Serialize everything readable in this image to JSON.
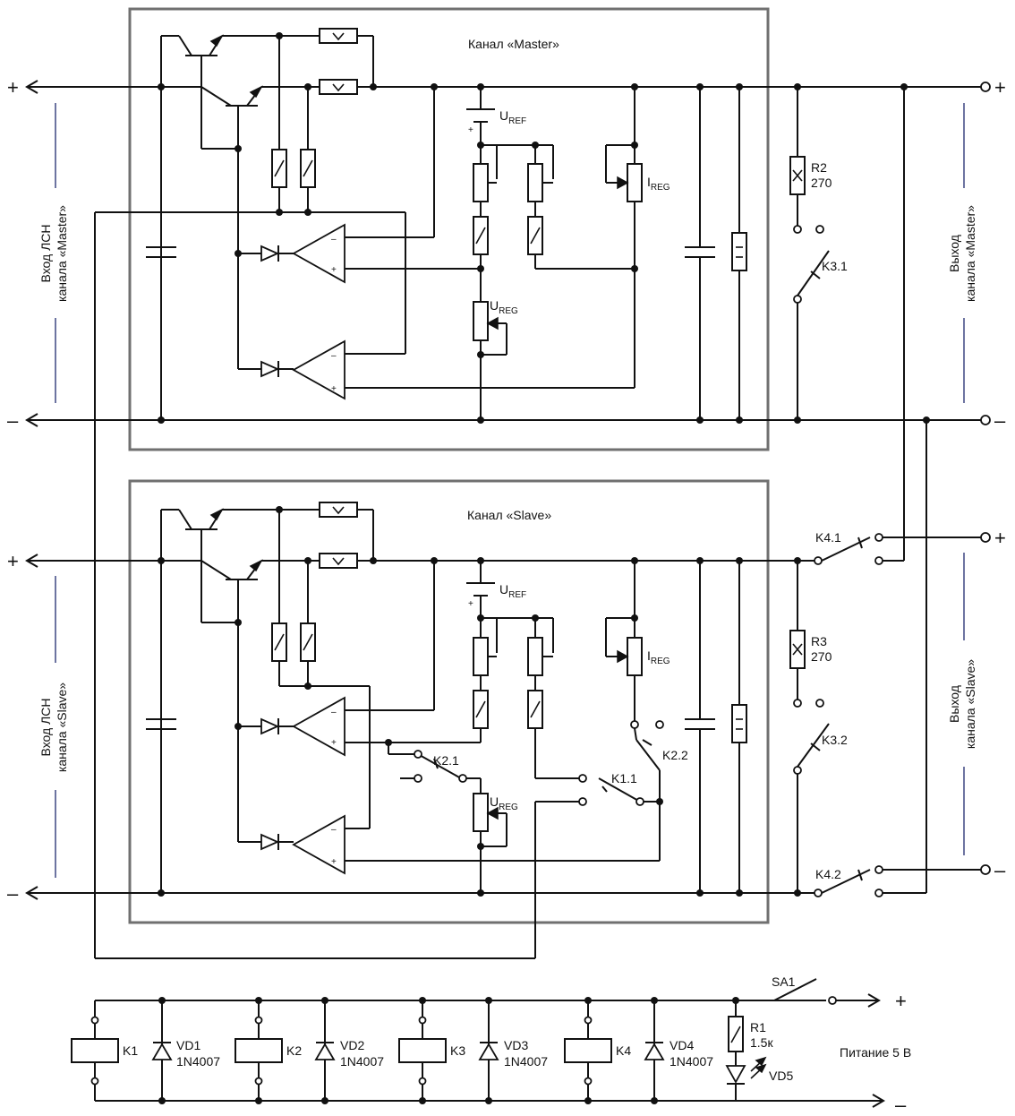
{
  "channels": {
    "master": {
      "title": "Канал «Master»",
      "input_label": [
        "Вход ЛСН",
        "канала «Master»"
      ],
      "output_label": [
        "Выход",
        "канала «Master»"
      ]
    },
    "slave": {
      "title": "Канал  «Slave»",
      "input_label": [
        "Вход ЛСН",
        "канала «Slave»"
      ],
      "output_label": [
        "Выход",
        "канала «Slave»"
      ]
    }
  },
  "terminals": {
    "plus": "+",
    "minus": "–"
  },
  "labels": {
    "uref": "U",
    "uref_sub": "REF",
    "ureg": "U",
    "ureg_sub": "REG",
    "ireg": "I",
    "ireg_sub": "REG",
    "opamp_minus": "–",
    "opamp_plus": "+",
    "uref_plus": "+"
  },
  "components": {
    "r2": [
      "R2",
      "270"
    ],
    "r3": [
      "R3",
      "270"
    ],
    "r1": [
      "R1",
      "1.5к"
    ],
    "k3_1": "K3.1",
    "k3_2": "K3.2",
    "k4_1": "K4.1",
    "k4_2": "K4.2",
    "k2_1": "K2.1",
    "k2_2": "K2.2",
    "k1_1": "K1.1",
    "sa1": "SA1",
    "coils": [
      {
        "relay": "K1",
        "diode": [
          "VD1",
          "1N4007"
        ]
      },
      {
        "relay": "K2",
        "diode": [
          "VD2",
          "1N4007"
        ]
      },
      {
        "relay": "K3",
        "diode": [
          "VD3",
          "1N4007"
        ]
      },
      {
        "relay": "K4",
        "diode": [
          "VD4",
          "1N4007"
        ]
      }
    ],
    "led": "VD5"
  },
  "power": {
    "label": "Питание 5 В"
  },
  "colors": {
    "wire": "#111111",
    "frame": "#707070",
    "rule": "#1e2a6e",
    "background": "#ffffff"
  }
}
